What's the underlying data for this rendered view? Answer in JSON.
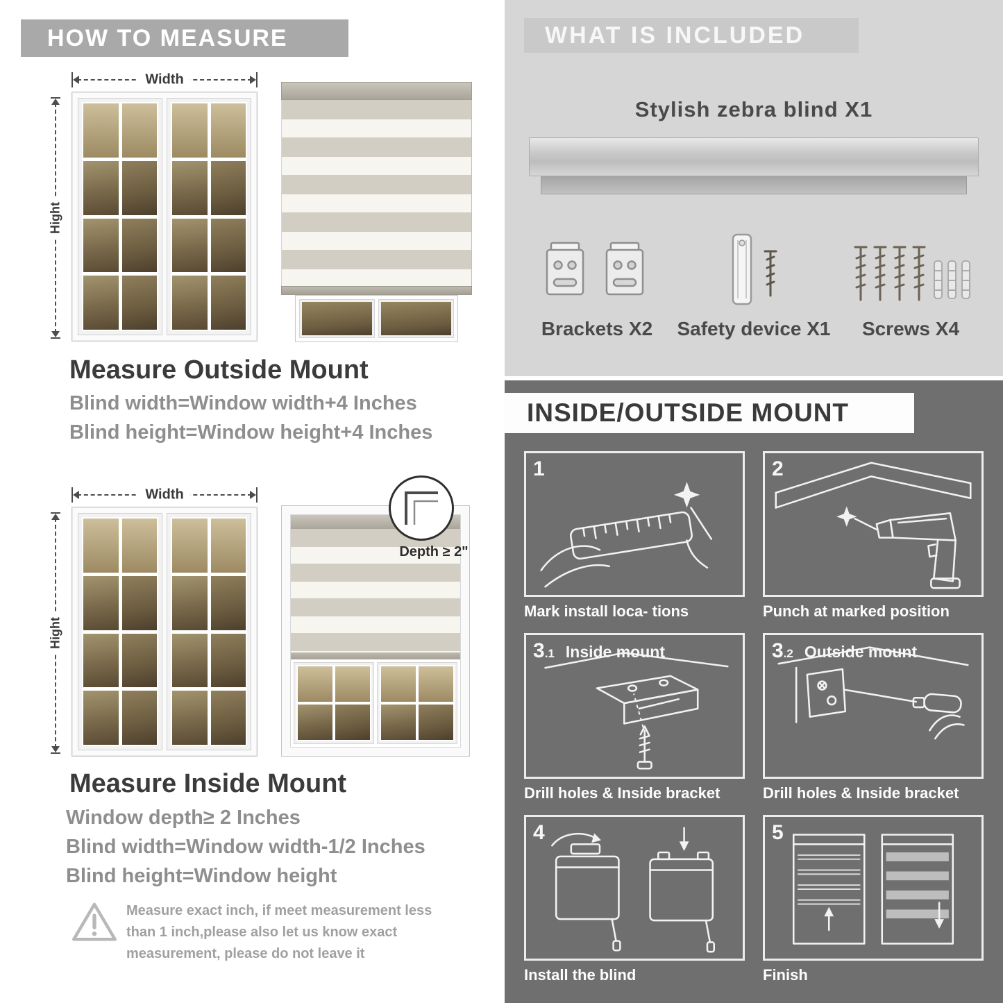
{
  "colors": {
    "measure_banner_bg": "#a9a9a9",
    "included_panel_bg": "#d6d6d6",
    "mount_panel_bg": "#6f6f6f",
    "heading_text": "#3b3b3b",
    "body_text": "#8e8e8e"
  },
  "measure": {
    "header": "HOW TO MEASURE",
    "width_label": "Width",
    "height_label": "Hight",
    "outside": {
      "title": "Measure Outside Mount",
      "lines": [
        "Blind width=Window width+4 Inches",
        "Blind height=Window height+4 Inches"
      ]
    },
    "inside": {
      "depth_callout": "Depth ≥ 2\"",
      "title": "Measure Inside Mount",
      "lines": [
        "Window depth≥ 2 Inches",
        "Blind width=Window width-1/2 Inches",
        "Blind height=Window height"
      ]
    },
    "warning_icon": "warning-triangle-icon",
    "warning_text": "Measure exact inch, if meet measurement less than 1 inch,please also let us know exact measurement, please do not leave it"
  },
  "included": {
    "header": "WHAT IS INCLUDED",
    "blind_label": "Stylish zebra blind X1",
    "items": [
      {
        "label": "Brackets X2",
        "icon": "brackets-icon"
      },
      {
        "label": "Safety device X1",
        "icon": "safety-device-icon"
      },
      {
        "label": "Screws X4",
        "icon": "screws-icon"
      }
    ]
  },
  "mount": {
    "header": "INSIDE/OUTSIDE MOUNT",
    "steps": [
      {
        "num": "1",
        "num_sub": "",
        "title": "",
        "caption": "Mark install loca- tions",
        "icon": "ruler-marking-icon"
      },
      {
        "num": "2",
        "num_sub": "",
        "title": "",
        "caption": "Punch at  marked position",
        "icon": "drill-icon"
      },
      {
        "num": "3",
        "num_sub": ".1",
        "title": "Inside mount",
        "caption": "Drill holes &  Inside bracket",
        "icon": "inside-bracket-icon"
      },
      {
        "num": "3",
        "num_sub": ".2",
        "title": "Outside mount",
        "caption": "Drill holes &  Inside bracket",
        "icon": "outside-bracket-icon"
      },
      {
        "num": "4",
        "num_sub": "",
        "title": "",
        "caption": "Install the blind",
        "icon": "install-blind-icon"
      },
      {
        "num": "5",
        "num_sub": "",
        "title": "",
        "caption": "Finish",
        "icon": "finish-blinds-icon"
      }
    ]
  }
}
